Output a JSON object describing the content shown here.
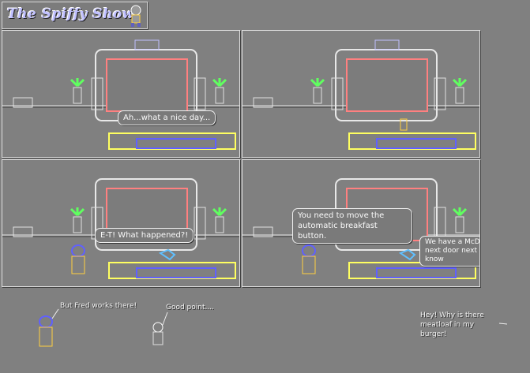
{
  "title": "The Spiffy Show",
  "panels": [
    {
      "bubble": "Ah...what a nice day..."
    },
    {
      "bubble": ""
    },
    {
      "bubble": "E-T! What happened?!"
    },
    {
      "bubble": "You need to move the automatic breakfast button.",
      "bubble2": "We have a McDonalds next door next door, ya know"
    }
  ],
  "bottom": {
    "left_line": "But Fred works there!",
    "middle_line": "Good point....",
    "right_line": "Hey! Why is there meatloaf in my burger!"
  }
}
